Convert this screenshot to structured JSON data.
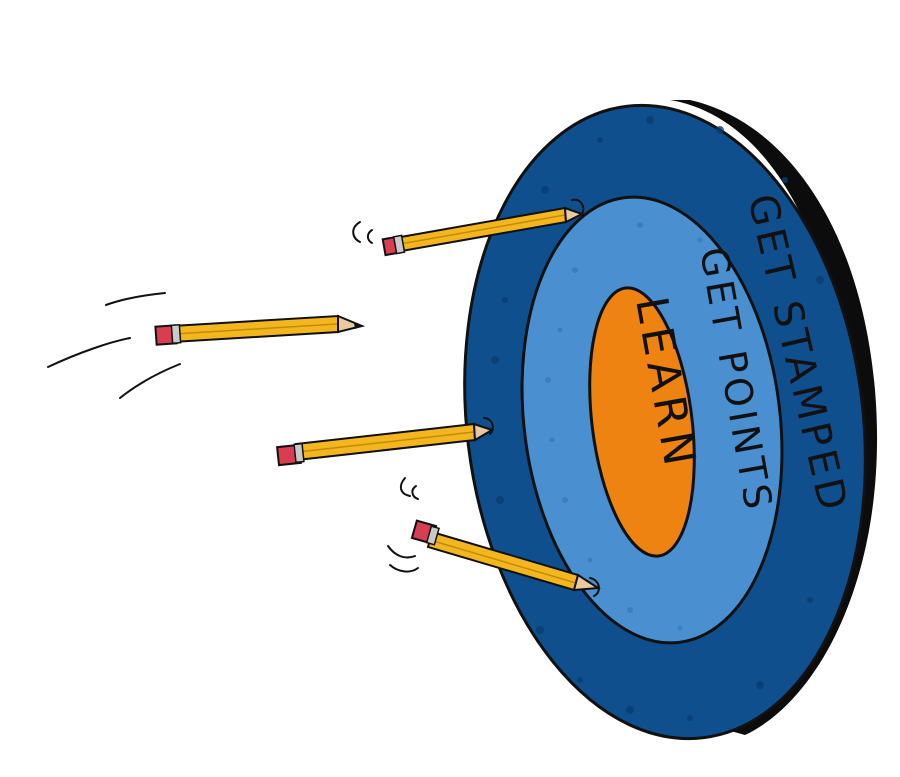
{
  "target": {
    "outer_ring_label": "GET STAMPED",
    "middle_ring_label": "GET POINTS",
    "center_label": "LEARN"
  },
  "colors": {
    "outer_ring": "#0f4f8e",
    "middle_ring": "#4a8fd0",
    "center": "#ee8312",
    "pencil_body": "#f3b61f",
    "pencil_eraser": "#d83d51",
    "outline": "#111111"
  }
}
